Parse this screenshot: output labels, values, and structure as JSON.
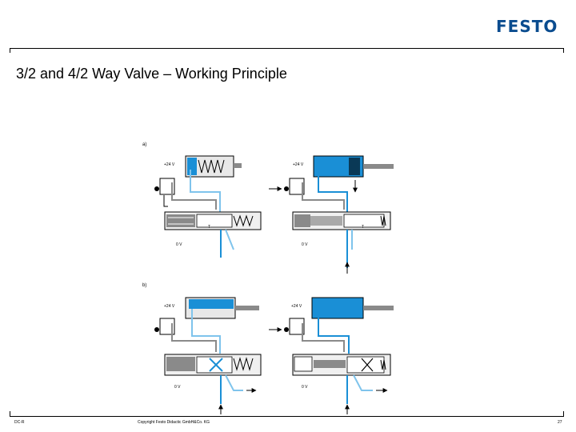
{
  "logo": "FESTO",
  "title": "3/2 and 4/2 Way Valve – Working Principle",
  "footer": {
    "left": "DC-R",
    "center": "Copyright Festo Didactic GmbH&Co. KG",
    "right": "27"
  },
  "diagram": {
    "section_a": "a)",
    "section_b": "b)",
    "voltages": {
      "a_left_top": "+24 V",
      "a_left_bottom": "0 V",
      "a_right_top": "+24 V",
      "a_right_bottom": "0 V",
      "b_left_top": "+24 V",
      "b_left_bottom": "0 V",
      "b_right_top": "+24 V",
      "b_right_bottom": "0 V"
    },
    "port_t": "T"
  },
  "colors": {
    "brand": "#0a4c8f",
    "blue": "#1a8fd6",
    "light_blue": "#7fc4ec",
    "gray": "#8a8a8a"
  }
}
